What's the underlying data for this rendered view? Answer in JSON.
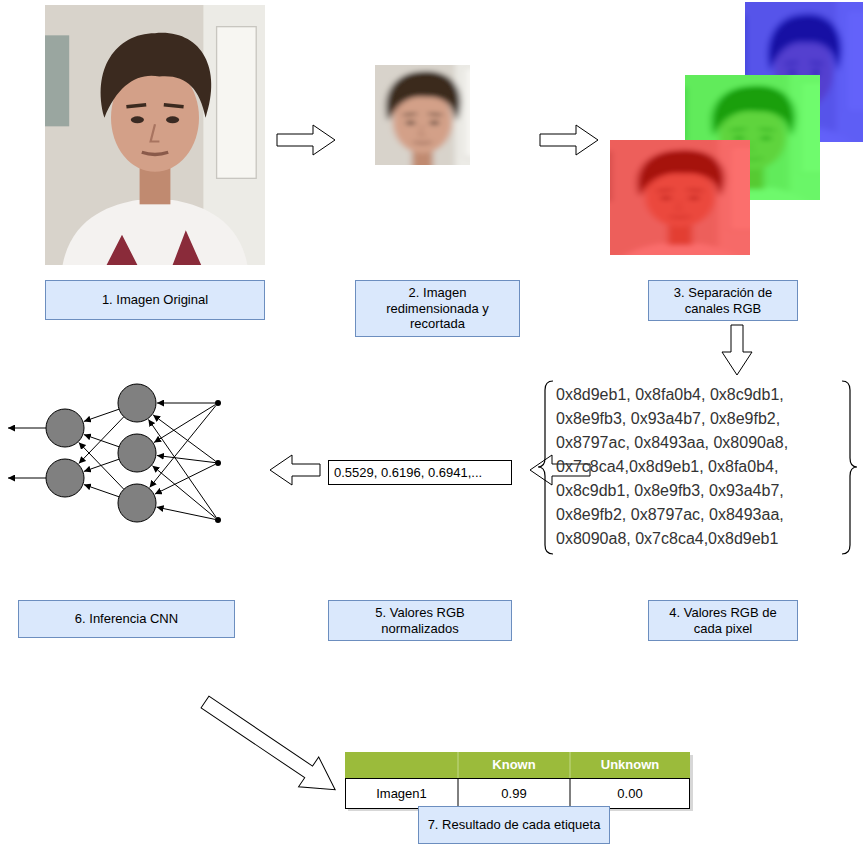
{
  "diagram": {
    "nodes": [
      {
        "text": [
          "1. Imagen Original"
        ]
      },
      {
        "text": [
          "2. Imagen redimensionada y recortada"
        ]
      },
      {
        "text": [
          "3. Separación de canales RGB"
        ]
      },
      {
        "text": [
          "0.5529, 0.6196, 0.6941,..."
        ]
      },
      {
        "text": [
          "6. Inferencia CNN"
        ]
      },
      {
        "text": [
          "5. Valores RGB normalizados"
        ]
      },
      {
        "text": [
          "4. Valores RGB de cada pixel"
        ]
      },
      {
        "text": [
          "7. Resultado de cada etiqueta"
        ]
      }
    ],
    "labels": [
      "0x8d9eb1, 0x8fa0b4, 0x8c9db1, 0x8e9fb3, 0x93a4b7, 0x8e9fb2, 0x8797ac, 0x8493aa, 0x8090a8, 0x7c8ca4,0x8d9eb1, 0x8fa0b4, 0x8c9db1, 0x8e9fb3, 0x93a4b7, 0x8e9fb2, 0x8797ac, 0x8493aa, 0x8090a8, 0x7c8ca4,0x8d9eb1",
      "Known",
      "Unknown",
      "Imagen1",
      "0.99",
      "0.00"
    ]
  }
}
